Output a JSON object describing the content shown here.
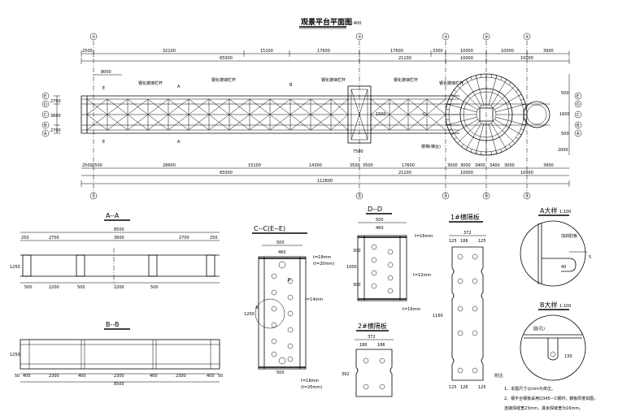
{
  "main": {
    "title": "观景平台平面图",
    "scale": "1:400"
  },
  "axis_top": [
    "①",
    "②",
    "③",
    "④",
    "⑤"
  ],
  "axis_side": [
    "E",
    "D",
    "C",
    "B",
    "A"
  ],
  "dims_top1": [
    "2500",
    "32100",
    "15100",
    "17600",
    "17600",
    "3300",
    "10000",
    "10000",
    "3900"
  ],
  "dims_top2": [
    "65000",
    "21100",
    "10000",
    "10000"
  ],
  "dims_bottom1": [
    "2500",
    "2500",
    "28600",
    "15100",
    "14300",
    "3500",
    "3500",
    "17600",
    "3000",
    "3000",
    "3400",
    "3400",
    "3000",
    "3900"
  ],
  "dims_bottom2": [
    "65000",
    "21100",
    "10000",
    "10000"
  ],
  "dims_total": "112800",
  "side_dims_left": [
    "2700",
    "3800",
    "2700"
  ],
  "side_dims_right": [
    "500",
    "1600",
    "500",
    "2000"
  ],
  "plan_labels": {
    "l1": "8000",
    "l2": "钢化玻璃栏杆",
    "l3": "钢化玻璃栏杆",
    "l4": "钢化玻璃栏杆",
    "l5": "钢化玻璃栏杆",
    "sec_A": "A",
    "sec_B": "B",
    "sec_E": "E",
    "sec_C": "C",
    "l6": "楼梯(梯台)",
    "l7": "钢化玻璃栏杆",
    "l8": "7500",
    "l9": "1500"
  },
  "section_AA": {
    "title": "A--A",
    "total": "8500",
    "top": [
      "250",
      "2700",
      "3600",
      "2700",
      "250"
    ],
    "bottom": [
      "500",
      "2200",
      "500",
      "2200",
      "500"
    ],
    "left": "1250"
  },
  "section_BB": {
    "title": "B--B",
    "total": "8500",
    "bottom": [
      "50",
      "400",
      "2300",
      "400",
      "2300",
      "400",
      "2300",
      "400",
      "50"
    ],
    "left": "1250"
  },
  "section_CC": {
    "title": "C--C(E--E)",
    "w": "500",
    "w2": "460",
    "h": "1200",
    "n1": "t=18mm",
    "n2": "(t=20mm)",
    "n3": "t=14mm",
    "n4": "t=18mm",
    "n5": "(t=20mm)",
    "mark": "A",
    "mark2": "B"
  },
  "section_DD": {
    "title": "D--D",
    "w": "500",
    "w2": "460",
    "n1": "t=16mm",
    "n2": "t=12mm",
    "n3": "t=16mm",
    "h": "1000",
    "s1": "300",
    "s2": "300"
  },
  "plate1": {
    "title": "1#横隔板",
    "w": "372",
    "dims": [
      "125",
      "186",
      "125"
    ],
    "h": "1160",
    "dims_b": [
      "125",
      "126",
      "125"
    ]
  },
  "plate2": {
    "title": "2#横隔板",
    "w": "372",
    "dims": [
      "186",
      "186"
    ],
    "h": "392"
  },
  "detailA": {
    "title": "A大样",
    "scale": "1:100",
    "label": "加劲肋板",
    "dim": "5",
    "dim2": "40"
  },
  "detailB": {
    "title": "B大样",
    "scale": "1:100",
    "label": "圆(孔)",
    "dim": "130"
  },
  "notes": {
    "title": "附注:",
    "n1": "1、本图尺寸以mm为单位。",
    "n2": "2、钢平台钢板采用Q345—C钢材，钢板厚度如图，",
    "n3": "   连接焊缝宽23mm，其余焊缝宽为16mm。"
  }
}
